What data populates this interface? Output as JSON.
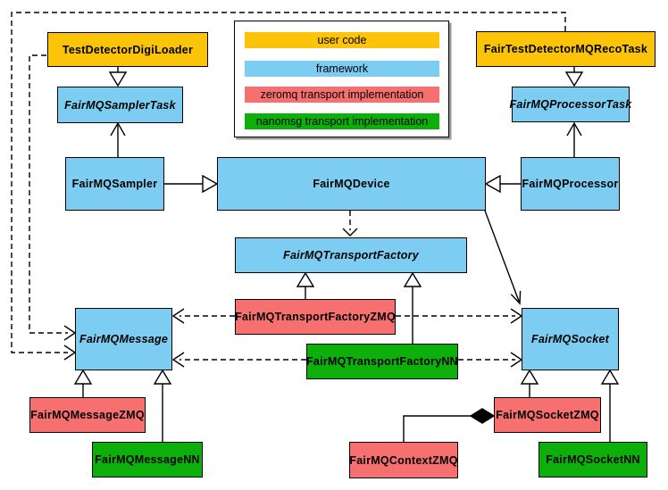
{
  "palette": {
    "user_code": "#FBC408",
    "framework": "#7CCDF1",
    "zeromq_transport": "#F77070",
    "nanomsg_transport": "#0DB00A",
    "line": "#000000",
    "background": "#FFFFFF"
  },
  "legend": {
    "items": [
      {
        "label": "user code",
        "color_key": "user_code"
      },
      {
        "label": "framework",
        "color_key": "framework"
      },
      {
        "label": "zeromq transport implementation",
        "color_key": "zeromq_transport"
      },
      {
        "label": "nanomsg transport implementation",
        "color_key": "nanomsg_transport"
      }
    ]
  },
  "nodes": {
    "digi_loader": {
      "label": "TestDetectorDigiLoader",
      "category": "user_code",
      "abstract": false
    },
    "reco_task": {
      "label": "FairTestDetectorMQRecoTask",
      "category": "user_code",
      "abstract": false
    },
    "sampler_task": {
      "label": "FairMQSamplerTask",
      "category": "framework",
      "abstract": true
    },
    "processor_task": {
      "label": "FairMQProcessorTask",
      "category": "framework",
      "abstract": true
    },
    "sampler": {
      "label": "FairMQSampler",
      "category": "framework",
      "abstract": false
    },
    "device": {
      "label": "FairMQDevice",
      "category": "framework",
      "abstract": false
    },
    "processor": {
      "label": "FairMQProcessor",
      "category": "framework",
      "abstract": false
    },
    "transport_factory": {
      "label": "FairMQTransportFactory",
      "category": "framework",
      "abstract": true
    },
    "factory_zmq": {
      "label": "FairMQTransportFactoryZMQ",
      "category": "zeromq_transport",
      "abstract": false
    },
    "factory_nn": {
      "label": "FairMQTransportFactoryNN",
      "category": "nanomsg_transport",
      "abstract": false
    },
    "message": {
      "label": "FairMQMessage",
      "category": "framework",
      "abstract": true
    },
    "socket": {
      "label": "FairMQSocket",
      "category": "framework",
      "abstract": true
    },
    "message_zmq": {
      "label": "FairMQMessageZMQ",
      "category": "zeromq_transport",
      "abstract": false
    },
    "message_nn": {
      "label": "FairMQMessageNN",
      "category": "nanomsg_transport",
      "abstract": false
    },
    "socket_zmq": {
      "label": "FairMQSocketZMQ",
      "category": "zeromq_transport",
      "abstract": false
    },
    "socket_nn": {
      "label": "FairMQSocketNN",
      "category": "nanomsg_transport",
      "abstract": false
    },
    "context_zmq": {
      "label": "FairMQContextZMQ",
      "category": "zeromq_transport",
      "abstract": false
    }
  },
  "edges": [
    {
      "from": "TestDetectorDigiLoader",
      "to": "FairMQSamplerTask",
      "type": "inheritance"
    },
    {
      "from": "FairTestDetectorMQRecoTask",
      "to": "FairMQProcessorTask",
      "type": "inheritance"
    },
    {
      "from": "FairMQSampler",
      "to": "FairMQSamplerTask",
      "type": "association"
    },
    {
      "from": "FairMQProcessor",
      "to": "FairMQProcessorTask",
      "type": "association"
    },
    {
      "from": "FairMQSampler",
      "to": "FairMQDevice",
      "type": "inheritance"
    },
    {
      "from": "FairMQProcessor",
      "to": "FairMQDevice",
      "type": "inheritance"
    },
    {
      "from": "FairMQDevice",
      "to": "FairMQTransportFactory",
      "type": "dependency"
    },
    {
      "from": "FairMQDevice",
      "to": "FairMQSocket",
      "type": "association"
    },
    {
      "from": "FairMQTransportFactoryZMQ",
      "to": "FairMQTransportFactory",
      "type": "inheritance"
    },
    {
      "from": "FairMQTransportFactoryNN",
      "to": "FairMQTransportFactory",
      "type": "inheritance"
    },
    {
      "from": "FairMQTransportFactoryZMQ",
      "to": "FairMQMessage",
      "type": "dependency"
    },
    {
      "from": "FairMQTransportFactoryZMQ",
      "to": "FairMQSocket",
      "type": "dependency"
    },
    {
      "from": "FairMQTransportFactoryNN",
      "to": "FairMQMessage",
      "type": "dependency"
    },
    {
      "from": "FairMQTransportFactoryNN",
      "to": "FairMQSocket",
      "type": "dependency"
    },
    {
      "from": "FairMQMessageZMQ",
      "to": "FairMQMessage",
      "type": "inheritance"
    },
    {
      "from": "FairMQMessageNN",
      "to": "FairMQMessage",
      "type": "inheritance"
    },
    {
      "from": "FairMQSocketZMQ",
      "to": "FairMQSocket",
      "type": "inheritance"
    },
    {
      "from": "FairMQSocketNN",
      "to": "FairMQSocket",
      "type": "inheritance"
    },
    {
      "from": "FairMQSocketZMQ",
      "to": "FairMQContextZMQ",
      "type": "composition"
    },
    {
      "from": "TestDetectorDigiLoader",
      "to": "FairMQMessage",
      "type": "dependency"
    },
    {
      "from": "FairTestDetectorMQRecoTask",
      "to": "FairMQMessage",
      "type": "dependency"
    }
  ]
}
